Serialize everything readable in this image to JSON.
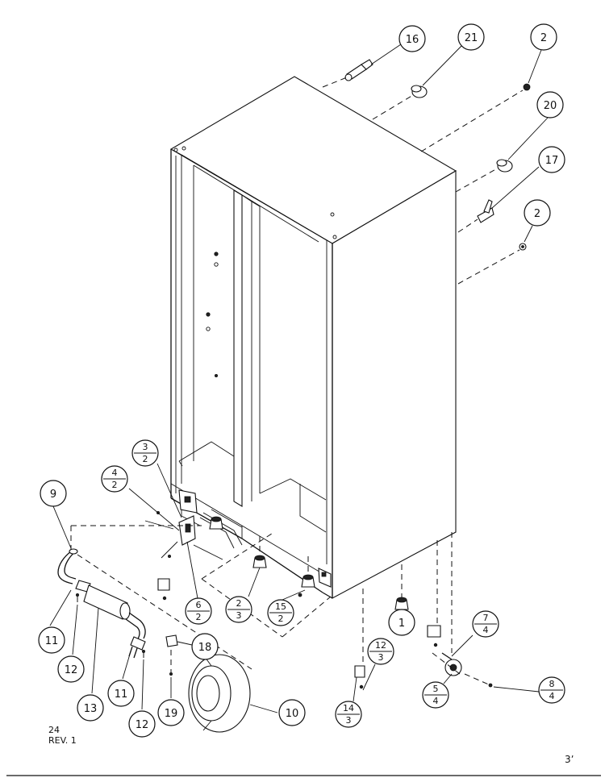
{
  "footer": {
    "page_number": "24",
    "revision": "REV. 1",
    "corner_mark": "3ʼ"
  },
  "callouts": [
    {
      "id": "c16",
      "top": "16"
    },
    {
      "id": "c21",
      "top": "21"
    },
    {
      "id": "c2a",
      "top": "2"
    },
    {
      "id": "c20",
      "top": "20"
    },
    {
      "id": "c17",
      "top": "17"
    },
    {
      "id": "c2b",
      "top": "2"
    },
    {
      "id": "c9",
      "top": "9"
    },
    {
      "id": "c3-2",
      "top": "3",
      "bottom": "2"
    },
    {
      "id": "c4-2",
      "top": "4",
      "bottom": "2"
    },
    {
      "id": "c6-2",
      "top": "6",
      "bottom": "2"
    },
    {
      "id": "c2-3",
      "top": "2",
      "bottom": "3"
    },
    {
      "id": "c15-2",
      "top": "15",
      "bottom": "2"
    },
    {
      "id": "c1",
      "top": "1"
    },
    {
      "id": "c7-4",
      "top": "7",
      "bottom": "4"
    },
    {
      "id": "c8-4",
      "top": "8",
      "bottom": "4"
    },
    {
      "id": "c5-4",
      "top": "5",
      "bottom": "4"
    },
    {
      "id": "c14-3",
      "top": "14",
      "bottom": "3"
    },
    {
      "id": "c12-3",
      "top": "12",
      "bottom": "3"
    },
    {
      "id": "c11a",
      "top": "11"
    },
    {
      "id": "c12a",
      "top": "12"
    },
    {
      "id": "c13",
      "top": "13"
    },
    {
      "id": "c11b",
      "top": "11"
    },
    {
      "id": "c12b",
      "top": "12"
    },
    {
      "id": "c18",
      "top": "18"
    },
    {
      "id": "c19",
      "top": "19"
    },
    {
      "id": "c10",
      "top": "10"
    }
  ]
}
